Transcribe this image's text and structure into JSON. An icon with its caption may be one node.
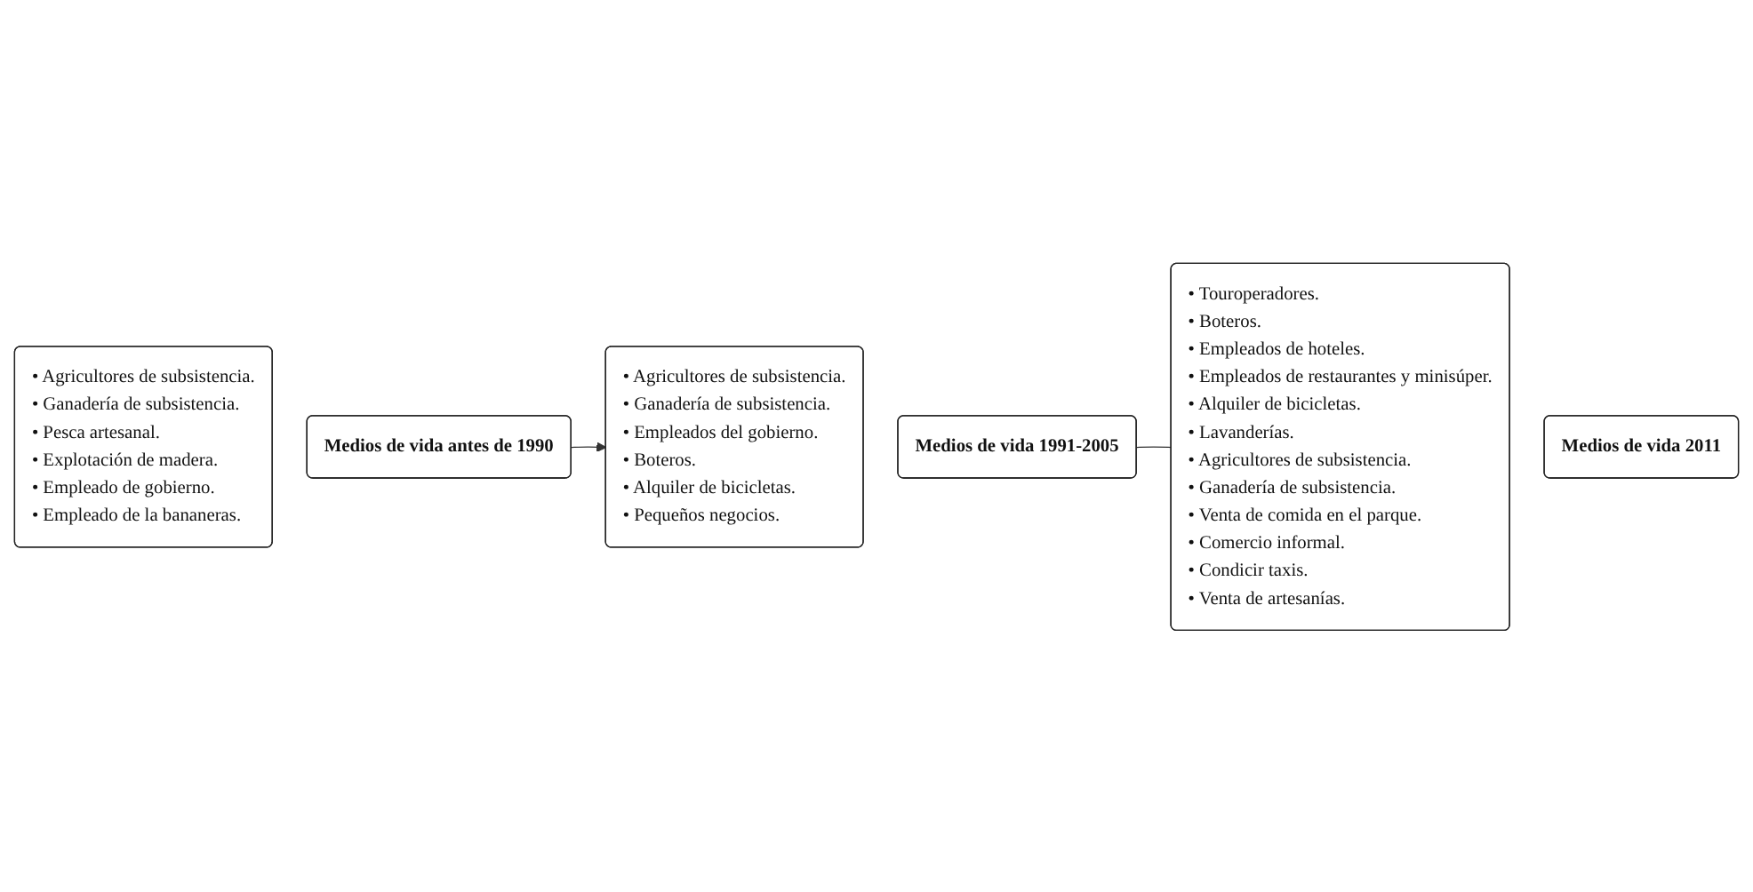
{
  "diagram": {
    "nodes": [
      {
        "text": [
          "• Agricultores de subsistencia.",
          "• Ganadería de subsistencia.",
          "• Pesca artesanal.",
          "• Explotación de madera.",
          "• Empleado de gobierno.",
          "• Empleado de la bananeras."
        ]
      },
      {
        "text": [
          "Medios de vida antes de 1990"
        ]
      },
      {
        "text": [
          "• Agricultores de subsistencia.",
          "• Ganadería de subsistencia.",
          "• Empleados del gobierno.",
          "• Boteros.",
          "• Alquiler de bicicletas.",
          "• Pequeños negocios."
        ]
      },
      {
        "text": [
          "Medios de vida 1991-2005"
        ]
      },
      {
        "text": [
          "• Touroperadores.",
          "• Boteros.",
          "• Empleados de hoteles.",
          "• Empleados de restaurantes y minisúper.",
          "• Alquiler de bicicletas.",
          "• Lavanderías.",
          "• Agricultores de subsistencia.",
          "• Ganadería de subsistencia.",
          "• Venta de comida en el parque.",
          "• Comercio informal.",
          "• Condicir taxis.",
          "• Venta de artesanías."
        ]
      },
      {
        "text": [
          "Medios de vida 2011"
        ]
      }
    ],
    "edges": [
      {
        "from": 1,
        "to": 2,
        "arrow": "to"
      },
      {
        "from": 3,
        "to": 4,
        "arrow": "none"
      }
    ]
  }
}
